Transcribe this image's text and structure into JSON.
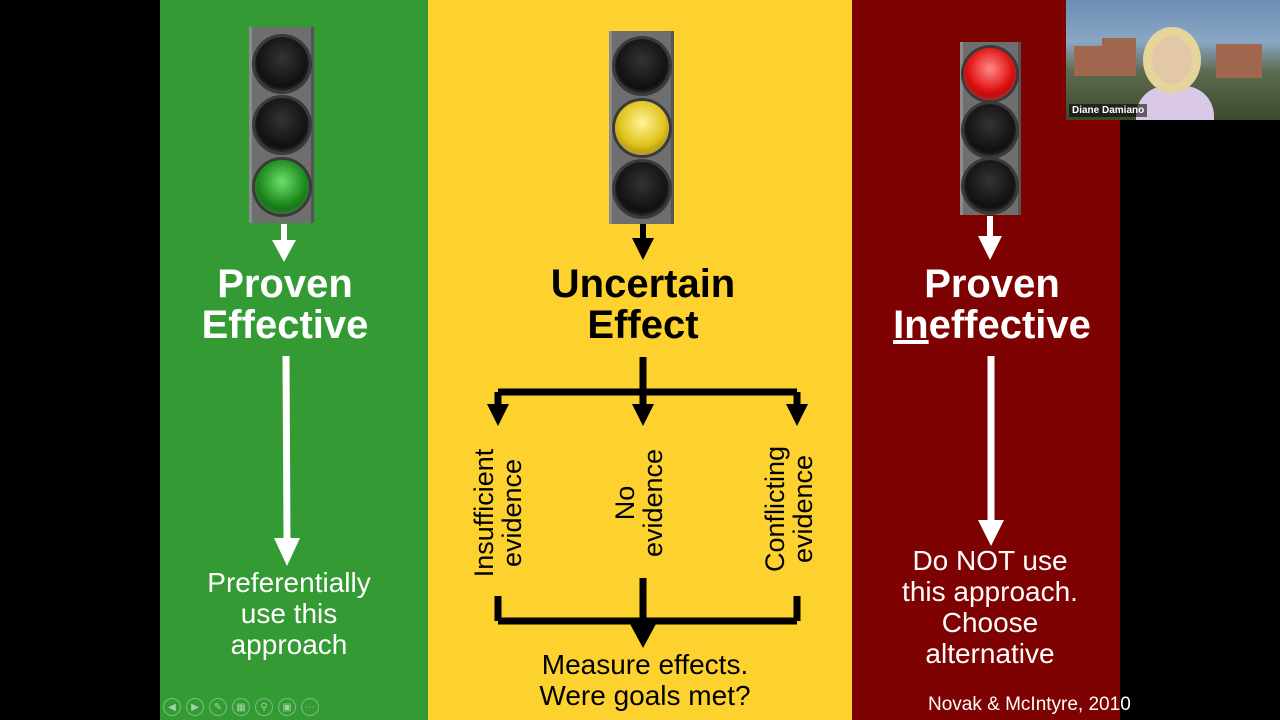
{
  "green_panel": {
    "heading_line1": "Proven",
    "heading_line2": "Effective",
    "body_line1": "Preferentially",
    "body_line2": "use this",
    "body_line3": "approach"
  },
  "yellow_panel": {
    "heading_line1": "Uncertain",
    "heading_line2": "Effect",
    "branch_left_line1": "Insufficient",
    "branch_left_line2": "evidence",
    "branch_mid_line1": "No",
    "branch_mid_line2": "evidence",
    "branch_right_line1": "Conflicting",
    "branch_right_line2": "evidence",
    "body_line1": "Measure effects.",
    "body_line2": "Were goals met?"
  },
  "red_panel": {
    "heading_line1": "Proven",
    "heading_line2_underlined": "In",
    "heading_line2_rest": "effective",
    "body_line1": "Do NOT use",
    "body_line2": "this approach.",
    "body_line3": "Choose",
    "body_line4": "alternative"
  },
  "citation": "Novak & McIntyre, 2010",
  "video": {
    "participant_name": "Diane Damiano"
  },
  "toolbar": {
    "icons": [
      "previous-icon",
      "next-icon",
      "pen-icon",
      "slides-icon",
      "zoom-icon",
      "subtitle-icon",
      "more-icon"
    ]
  },
  "colors": {
    "green": "#349b34",
    "yellow": "#fdd22f",
    "red": "#7e0202"
  }
}
